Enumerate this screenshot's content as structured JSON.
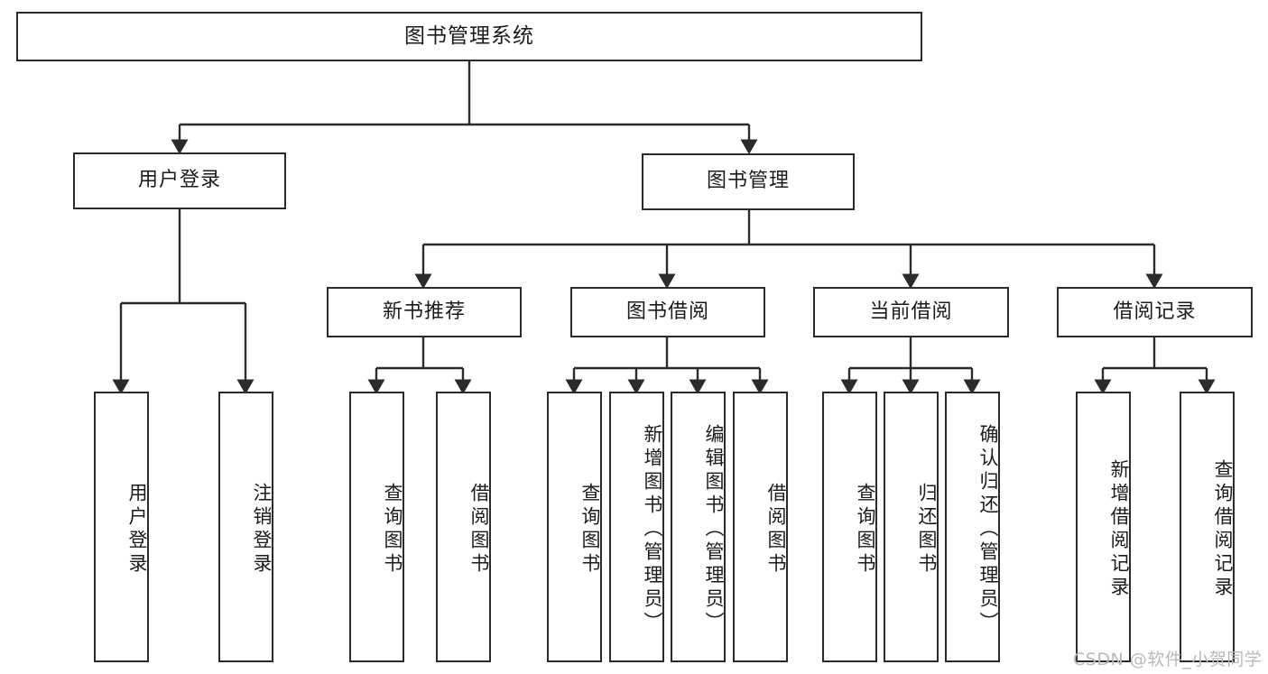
{
  "diagram": {
    "title": "图书管理系统",
    "type": "tree-hierarchy",
    "root": {
      "label": "图书管理系统",
      "orientation": "horizontal"
    },
    "level2": [
      {
        "label": "用户登录",
        "orientation": "horizontal"
      },
      {
        "label": "图书管理",
        "orientation": "horizontal"
      }
    ],
    "level3": [
      {
        "label": "新书推荐",
        "orientation": "horizontal"
      },
      {
        "label": "图书借阅",
        "orientation": "horizontal"
      },
      {
        "label": "当前借阅",
        "orientation": "horizontal"
      },
      {
        "label": "借阅记录",
        "orientation": "horizontal"
      }
    ],
    "leaves": {
      "user_login": [
        {
          "label": "用户登录",
          "orientation": "vertical"
        },
        {
          "label": "注销登录",
          "orientation": "vertical"
        }
      ],
      "new_book_recommend": [
        {
          "label": "查询图书",
          "orientation": "vertical"
        },
        {
          "label": "借阅图书",
          "orientation": "vertical"
        }
      ],
      "book_borrow": [
        {
          "label": "查询图书",
          "orientation": "vertical"
        },
        {
          "label": "新增图书（管理员）",
          "orientation": "vertical"
        },
        {
          "label": "编辑图书（管理员）",
          "orientation": "vertical"
        },
        {
          "label": "借阅图书",
          "orientation": "vertical"
        }
      ],
      "current_borrow": [
        {
          "label": "查询图书",
          "orientation": "vertical"
        },
        {
          "label": "归还图书",
          "orientation": "vertical"
        },
        {
          "label": "确认归还（管理员）",
          "orientation": "vertical"
        }
      ],
      "borrow_record": [
        {
          "label": "新增借阅记录",
          "orientation": "vertical"
        },
        {
          "label": "查询借阅记录",
          "orientation": "vertical"
        }
      ]
    }
  },
  "watermark": {
    "text": "CSDN @软件_小贺同学"
  },
  "colors": {
    "stroke": "#2b2b2b",
    "background": "#ffffff",
    "text": "#1b1b1b",
    "watermark": "#b9b9b9"
  }
}
